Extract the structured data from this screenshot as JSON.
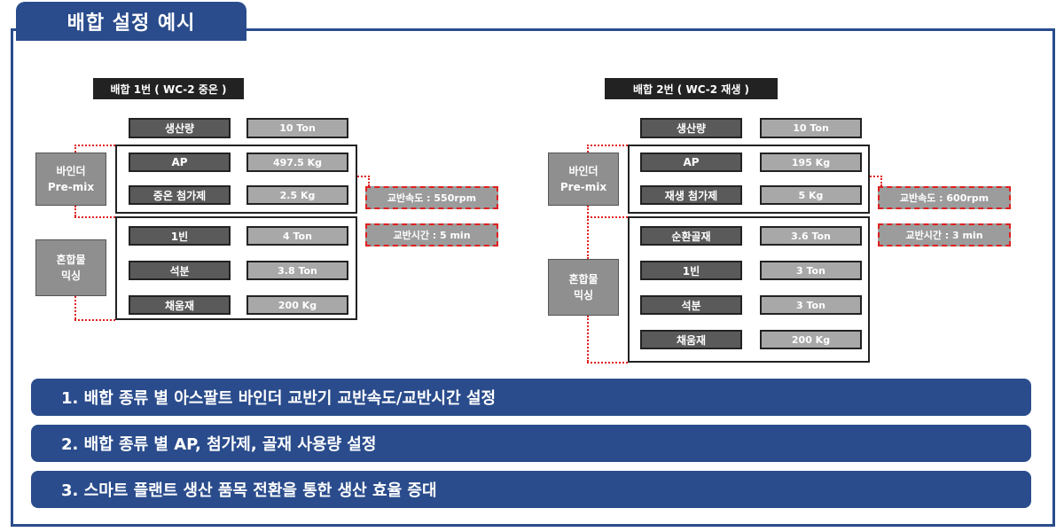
{
  "header": {
    "title": "배합 설정 예시"
  },
  "mix1": {
    "title": "배합 1번 ( WC-2 중온 )",
    "production_label": "생산량",
    "production_value": "10 Ton",
    "binder_label_line1": "바인더",
    "binder_label_line2": "Pre-mix",
    "mixing_label_line1": "혼합물",
    "mixing_label_line2": "믹싱",
    "binder_items": [
      {
        "label": "AP",
        "value": "497.5 Kg"
      },
      {
        "label": "중온 첨가제",
        "value": "2.5 Kg"
      }
    ],
    "mix_items": [
      {
        "label": "1빈",
        "value": "4 Ton"
      },
      {
        "label": "석분",
        "value": "3.8 Ton"
      },
      {
        "label": "채움재",
        "value": "200 Kg"
      }
    ],
    "speed": "교반속도 : 550rpm",
    "time": "교반시간 : 5 min"
  },
  "mix2": {
    "title": "배합 2번 ( WC-2 재생 )",
    "production_label": "생산량",
    "production_value": "10 Ton",
    "binder_label_line1": "바인더",
    "binder_label_line2": "Pre-mix",
    "mixing_label_line1": "혼합물",
    "mixing_label_line2": "믹싱",
    "binder_items": [
      {
        "label": "AP",
        "value": "195 Kg"
      },
      {
        "label": "재생 첨가제",
        "value": "5 Kg"
      }
    ],
    "mix_items": [
      {
        "label": "순환골재",
        "value": "3.6 Ton"
      },
      {
        "label": "1빈",
        "value": "3 Ton"
      },
      {
        "label": "석분",
        "value": "3 Ton"
      },
      {
        "label": "채움재",
        "value": "200 Kg"
      }
    ],
    "speed": "교반속도 : 600rpm",
    "time": "교반시간 : 3 min"
  },
  "summary": [
    "1. 배합 종류 별 아스팔트 바인더 교반기 교반속도/교반시간 설정",
    "2. 배합 종류 별 AP, 첨가제, 골재 사용량 설정",
    "3. 스마트 플랜트 생산 품목 전환을 통한 생산 효율 증대"
  ],
  "colors": {
    "primary": "#2a4c8c",
    "dashed": "#e02020"
  }
}
